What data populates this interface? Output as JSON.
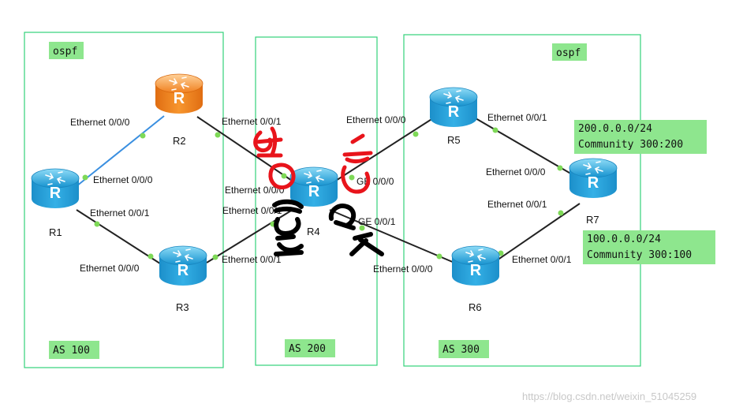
{
  "as_areas": [
    {
      "label": "AS 100",
      "protocol_label": "ospf"
    },
    {
      "label": "AS 200",
      "protocol_label": ""
    },
    {
      "label": "AS 300",
      "protocol_label": "ospf"
    }
  ],
  "routers": [
    {
      "id": "R1",
      "label": "R1",
      "color": "#2aa7e0"
    },
    {
      "id": "R2",
      "label": "R2",
      "color": "#f08a2c"
    },
    {
      "id": "R3",
      "label": "R3",
      "color": "#2aa7e0"
    },
    {
      "id": "R4",
      "label": "R4",
      "color": "#2aa7e0"
    },
    {
      "id": "R5",
      "label": "R5",
      "color": "#2aa7e0"
    },
    {
      "id": "R6",
      "label": "R6",
      "color": "#2aa7e0"
    },
    {
      "id": "R7",
      "label": "R7",
      "color": "#2aa7e0"
    }
  ],
  "links": [
    {
      "from": "R1",
      "to": "R2",
      "color": "#3a8fe0"
    },
    {
      "from": "R1",
      "to": "R3",
      "color": "#222222"
    },
    {
      "from": "R2",
      "to": "R4",
      "color": "#222222"
    },
    {
      "from": "R3",
      "to": "R4",
      "color": "#222222"
    },
    {
      "from": "R4",
      "to": "R5",
      "color": "#222222"
    },
    {
      "from": "R4",
      "to": "R6",
      "color": "#222222"
    },
    {
      "from": "R5",
      "to": "R7",
      "color": "#222222"
    },
    {
      "from": "R6",
      "to": "R7",
      "color": "#222222"
    }
  ],
  "port_labels": {
    "r2_e000": "Ethernet 0/0/0",
    "r1_e000": "Ethernet 0/0/0",
    "r1_e001": "Ethernet 0/0/1",
    "r3_e000": "Ethernet 0/0/0",
    "r2_e001": "Ethernet 0/0/1",
    "r4_e000": "Ethernet 0/0/0",
    "r4_e001": "Ethernet 0/0/1",
    "r3_e001": "Ethernet 0/0/1",
    "r5_e000": "Ethernet 0/0/0",
    "r4_ge000": "GE 0/0/0",
    "r4_ge001": "GE 0/0/1",
    "r6_e000": "Ethernet 0/0/0",
    "r5_e001": "Ethernet 0/0/1",
    "r7_e000": "Ethernet 0/0/0",
    "r7_e001": "Ethernet 0/0/1",
    "r6_e001": "Ethernet 0/0/1"
  },
  "route_notes": {
    "r7_top": {
      "prefix": "200.0.0.0/24",
      "community": "Community 300:200"
    },
    "r7_bottom": {
      "prefix": "100.0.0.0/24",
      "community": "Community 300:100"
    }
  },
  "handwritten_annotations": [
    "红",
    "黑",
    "绿",
    "黑"
  ],
  "colors": {
    "area_border": "#33d17a",
    "tag_fill": "#8ee68e",
    "link_dot": "#7ed957",
    "annotation_red": "#e8141b",
    "annotation_black": "#000000"
  },
  "watermark": "https://blog.csdn.net/weixin_51045259"
}
